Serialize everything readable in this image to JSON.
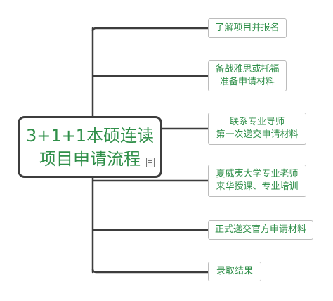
{
  "root": {
    "line1": "3+1+1本硕连读",
    "line2": "项目申请流程",
    "note_icon": "note-icon"
  },
  "branches": [
    {
      "lines": [
        "了解项目并报名"
      ]
    },
    {
      "lines": [
        "备战雅思或托福",
        "准备申请材料"
      ]
    },
    {
      "lines": [
        "联系专业导师",
        "第一次递交申请材料"
      ]
    },
    {
      "lines": [
        "夏威夷大学专业老师",
        "来华授课、专业培训"
      ]
    },
    {
      "lines": [
        "正式递交官方申请材料"
      ]
    },
    {
      "lines": [
        "录取结果"
      ]
    }
  ],
  "colors": {
    "text": "#2f8f49",
    "connector": "#3d3d3d",
    "node_border": "#bcbcbc"
  }
}
